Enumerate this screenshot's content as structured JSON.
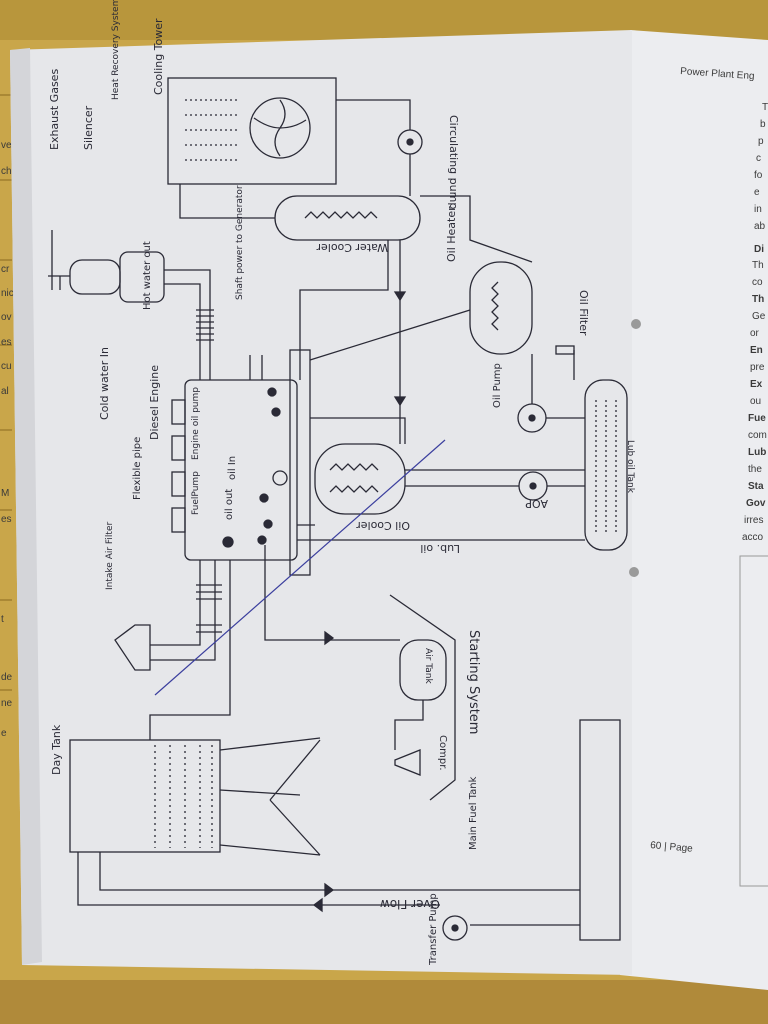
{
  "photo": {
    "header": "Power Plant Eng",
    "page_number": "60 | Page",
    "right_page_snippets": [
      "T",
      "b",
      "p",
      "c",
      "fo",
      "e",
      "in",
      "ab",
      "Di",
      "Th",
      "co",
      "Th",
      "Ge",
      "or",
      "En",
      "pre",
      "Ex",
      "ou",
      "Fue",
      "com",
      "Lub",
      "the",
      "Sta",
      "Gov",
      "irres",
      "acco"
    ],
    "left_margin_snippets": [
      "ve",
      "ch",
      "cr",
      "nic",
      "ov",
      "es",
      "cu",
      "al",
      "M",
      "es",
      "t",
      "de",
      "ne",
      "e"
    ]
  },
  "diagram": {
    "labels": {
      "exhaust": "Exhaust Gases",
      "silencer": "Silencer",
      "heat_recovery": "Heat Recovery System",
      "cooling_tower": "Cooling Tower",
      "circulating_pump": "Circulating pump",
      "water_cooler": "Water Cooler",
      "shaft_power": "Shaft power to Generator",
      "hot_water_out": "Hot water out",
      "cold_water_in": "Cold water In",
      "diesel_engine": "Diesel Engine",
      "engine_oil_pump": "Engine oil pump",
      "oil_in": "oil In",
      "oil_out": "oil out",
      "fuel_pump": "FuelPump",
      "flexible_pipe": "Flexible pipe",
      "intake_filter": "Intake Air Filter",
      "oil_cooler": "Oil Cooler",
      "oil_heater": "Oil Heater",
      "oil_filter": "Oil Filter",
      "oil_pump": "Oil Pump",
      "aop": "AOP",
      "lub_oil": "Lub. oil",
      "lub_oil_tank": "Lub oil Tank",
      "air_tank": "Air Tank",
      "compressor": "Compr.",
      "starting_system": "Starting System",
      "day_tank": "Day Tank",
      "main_fuel_tank": "Main Fuel Tank",
      "overflow": "Over Flow",
      "transfer_pump": "Transfer Pump"
    }
  },
  "colors": {
    "ink": "#2a2a36",
    "pen": "#3b3f9e",
    "paper": "#e8e9ec",
    "binder": "#c9a64a"
  }
}
